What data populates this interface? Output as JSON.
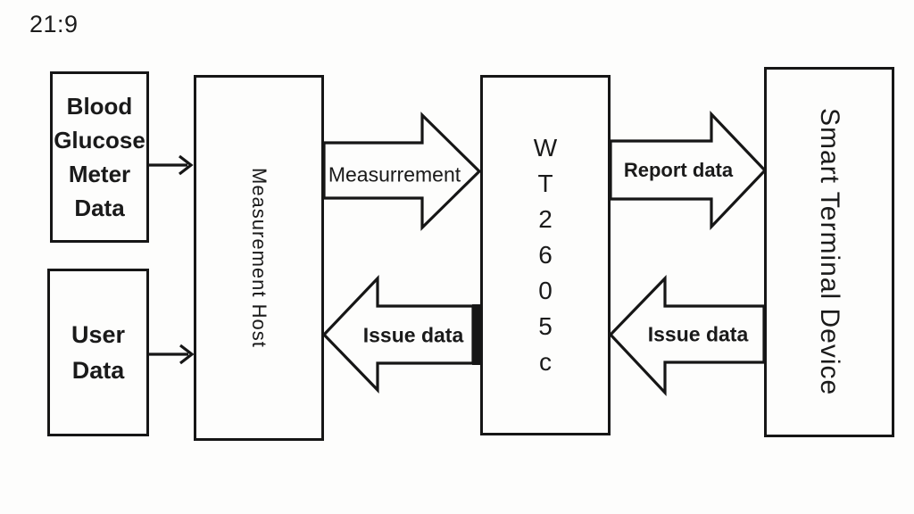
{
  "page": {
    "aspect_label": "21:9"
  },
  "nodes": {
    "blood_glucose": {
      "label": "Blood Glucose Meter Data"
    },
    "user_data": {
      "label": "User Data"
    },
    "measurement_host": {
      "label": "Measurement Host"
    },
    "module": {
      "label": "WT2605c",
      "stacked_label": "W\nT\n2\n6\n0\n5\nc"
    },
    "smart_terminal": {
      "label": "Smart Terminal Device"
    }
  },
  "arrows": {
    "measurement": {
      "label": "Measurrement",
      "direction": "right"
    },
    "report": {
      "label": "Report data",
      "direction": "right"
    },
    "issue_left": {
      "label": "Issue data",
      "direction": "left"
    },
    "issue_right": {
      "label": "Issue data",
      "direction": "left"
    }
  },
  "colors": {
    "ink": "#1a1a1a",
    "background": "#fdfdfc"
  }
}
